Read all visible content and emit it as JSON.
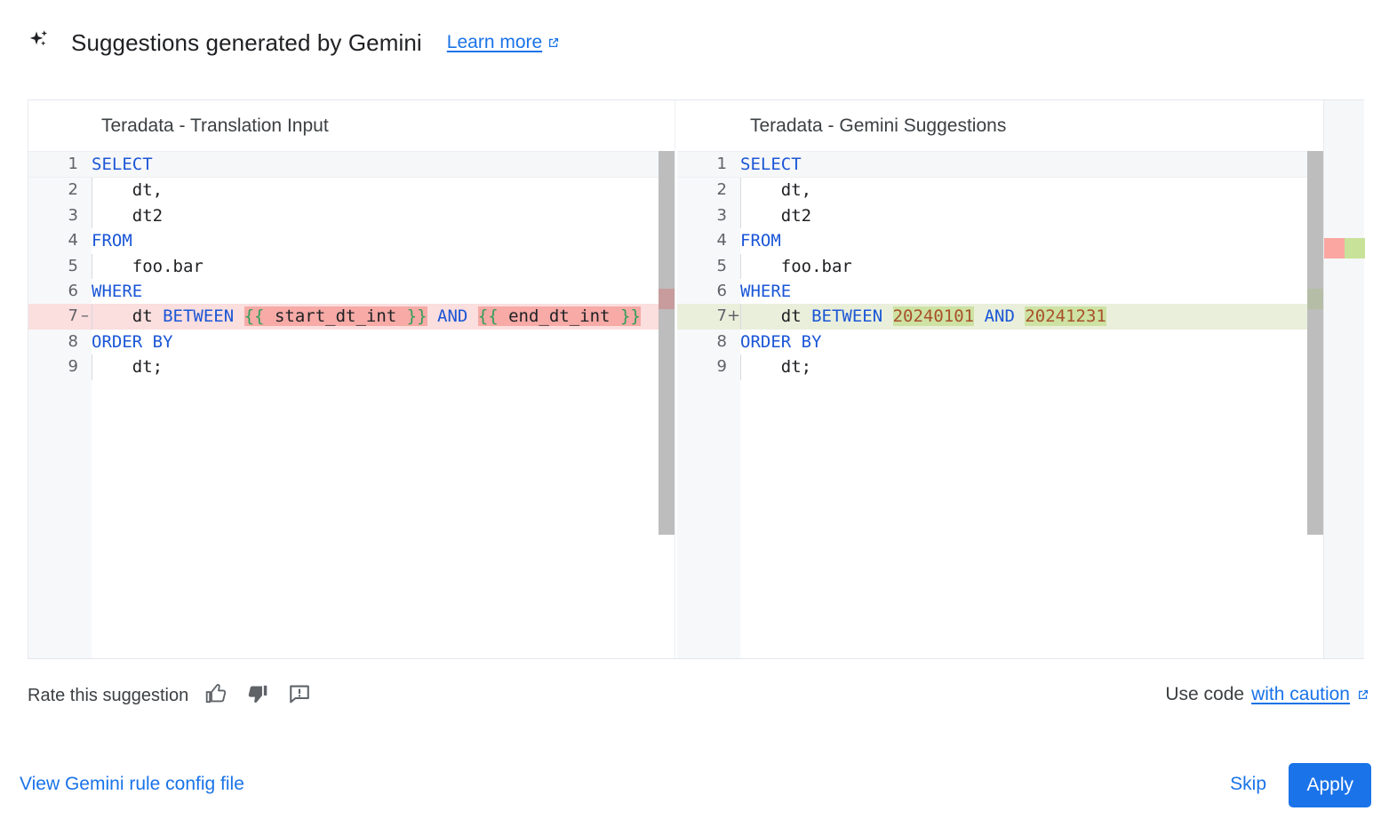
{
  "header": {
    "icon": "gemini-sparkle-icon",
    "title": "Suggestions generated by Gemini",
    "learn_more_label": "Learn more",
    "external_icon": "external-link-icon"
  },
  "colors": {
    "accent_blue": "#1a73e8",
    "keyword_blue": "#1a56d6",
    "number_brown": "#a8502a",
    "brace_green": "#2e9e5b",
    "deleted_row_bg": "#fbdede",
    "deleted_span_bg": "#f7aaa6",
    "added_row_bg": "#eaefdc",
    "added_span_bg": "#cde2a3",
    "overview_del": "#fba6a1",
    "overview_add": "#c8e29a",
    "gutter_bg": "#f7f8fa",
    "scrollbar": "#bdbdbd"
  },
  "diff": {
    "left_pane": {
      "title": "Teradata - Translation Input",
      "lines": [
        {
          "n": "1",
          "mark": "",
          "state": "current",
          "indent": false,
          "tokens": [
            {
              "t": "SELECT",
              "c": "kw"
            }
          ]
        },
        {
          "n": "2",
          "mark": "",
          "state": "",
          "indent": true,
          "tokens": [
            {
              "t": "    dt,",
              "c": "pl"
            }
          ]
        },
        {
          "n": "3",
          "mark": "",
          "state": "",
          "indent": true,
          "tokens": [
            {
              "t": "    dt2",
              "c": "pl"
            }
          ]
        },
        {
          "n": "4",
          "mark": "",
          "state": "",
          "indent": false,
          "tokens": [
            {
              "t": "FROM",
              "c": "kw"
            }
          ]
        },
        {
          "n": "5",
          "mark": "",
          "state": "",
          "indent": true,
          "tokens": [
            {
              "t": "    foo.bar",
              "c": "pl"
            }
          ]
        },
        {
          "n": "6",
          "mark": "",
          "state": "",
          "indent": false,
          "tokens": [
            {
              "t": "WHERE",
              "c": "kw"
            }
          ]
        },
        {
          "n": "7",
          "mark": "–",
          "state": "del",
          "indent": true,
          "tokens": [
            {
              "t": "    dt ",
              "c": "pl"
            },
            {
              "t": "BETWEEN",
              "c": "kw"
            },
            {
              "t": " ",
              "c": "pl"
            },
            {
              "t": "{{",
              "c": "brc",
              "hl": "del"
            },
            {
              "t": " start_dt_int ",
              "c": "pl",
              "hl": "del"
            },
            {
              "t": "}}",
              "c": "brc",
              "hl": "del"
            },
            {
              "t": " ",
              "c": "pl"
            },
            {
              "t": "AND",
              "c": "kw"
            },
            {
              "t": " ",
              "c": "pl"
            },
            {
              "t": "{{",
              "c": "brc",
              "hl": "del"
            },
            {
              "t": " end_dt_int ",
              "c": "pl",
              "hl": "del"
            },
            {
              "t": "}}",
              "c": "brc",
              "hl": "del"
            }
          ]
        },
        {
          "n": "8",
          "mark": "",
          "state": "",
          "indent": false,
          "tokens": [
            {
              "t": "ORDER BY",
              "c": "kw"
            }
          ]
        },
        {
          "n": "9",
          "mark": "",
          "state": "",
          "indent": true,
          "tokens": [
            {
              "t": "    dt;",
              "c": "pl"
            }
          ]
        }
      ]
    },
    "right_pane": {
      "title": "Teradata - Gemini Suggestions",
      "lines": [
        {
          "n": "1",
          "mark": "",
          "state": "current",
          "indent": false,
          "tokens": [
            {
              "t": "SELECT",
              "c": "kw"
            }
          ]
        },
        {
          "n": "2",
          "mark": "",
          "state": "",
          "indent": true,
          "tokens": [
            {
              "t": "    dt,",
              "c": "pl"
            }
          ]
        },
        {
          "n": "3",
          "mark": "",
          "state": "",
          "indent": true,
          "tokens": [
            {
              "t": "    dt2",
              "c": "pl"
            }
          ]
        },
        {
          "n": "4",
          "mark": "",
          "state": "",
          "indent": false,
          "tokens": [
            {
              "t": "FROM",
              "c": "kw"
            }
          ]
        },
        {
          "n": "5",
          "mark": "",
          "state": "",
          "indent": true,
          "tokens": [
            {
              "t": "    foo.bar",
              "c": "pl"
            }
          ]
        },
        {
          "n": "6",
          "mark": "",
          "state": "",
          "indent": false,
          "tokens": [
            {
              "t": "WHERE",
              "c": "kw"
            }
          ]
        },
        {
          "n": "7",
          "mark": "+",
          "state": "add",
          "indent": true,
          "tokens": [
            {
              "t": "    dt ",
              "c": "pl"
            },
            {
              "t": "BETWEEN",
              "c": "kw"
            },
            {
              "t": " ",
              "c": "pl"
            },
            {
              "t": "20240101",
              "c": "num",
              "hl": "add"
            },
            {
              "t": " ",
              "c": "pl"
            },
            {
              "t": "AND",
              "c": "kw"
            },
            {
              "t": " ",
              "c": "pl"
            },
            {
              "t": "20241231",
              "c": "num",
              "hl": "add"
            }
          ]
        },
        {
          "n": "8",
          "mark": "",
          "state": "",
          "indent": false,
          "tokens": [
            {
              "t": "ORDER BY",
              "c": "kw"
            }
          ]
        },
        {
          "n": "9",
          "mark": "",
          "state": "",
          "indent": true,
          "tokens": [
            {
              "t": "    dt;",
              "c": "pl"
            }
          ]
        }
      ]
    }
  },
  "rate": {
    "label": "Rate this suggestion",
    "thumb_up": "thumb-up-icon",
    "thumb_down": "thumb-down-icon",
    "feedback": "report-feedback-icon"
  },
  "caution": {
    "prefix": "Use code",
    "link_label": "with caution",
    "external_icon": "external-link-icon"
  },
  "bottom": {
    "config_link": "View Gemini rule config file",
    "skip_label": "Skip",
    "apply_label": "Apply"
  }
}
